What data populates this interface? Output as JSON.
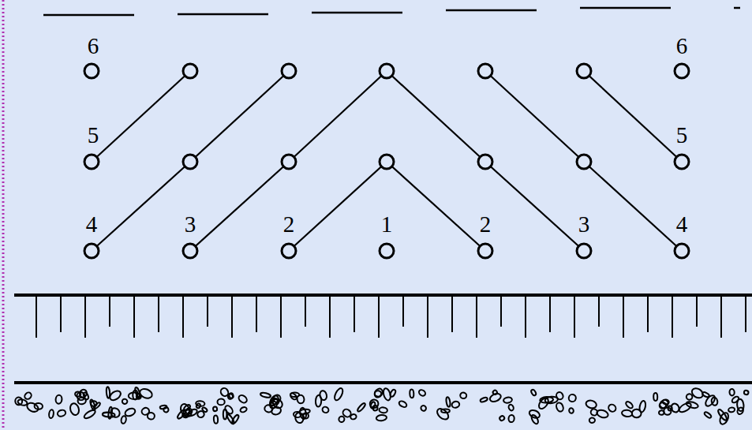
{
  "diagram": {
    "labels": [
      "6",
      "6",
      "5",
      "5",
      "4",
      "3",
      "2",
      "1",
      "2",
      "3",
      "4"
    ]
  }
}
